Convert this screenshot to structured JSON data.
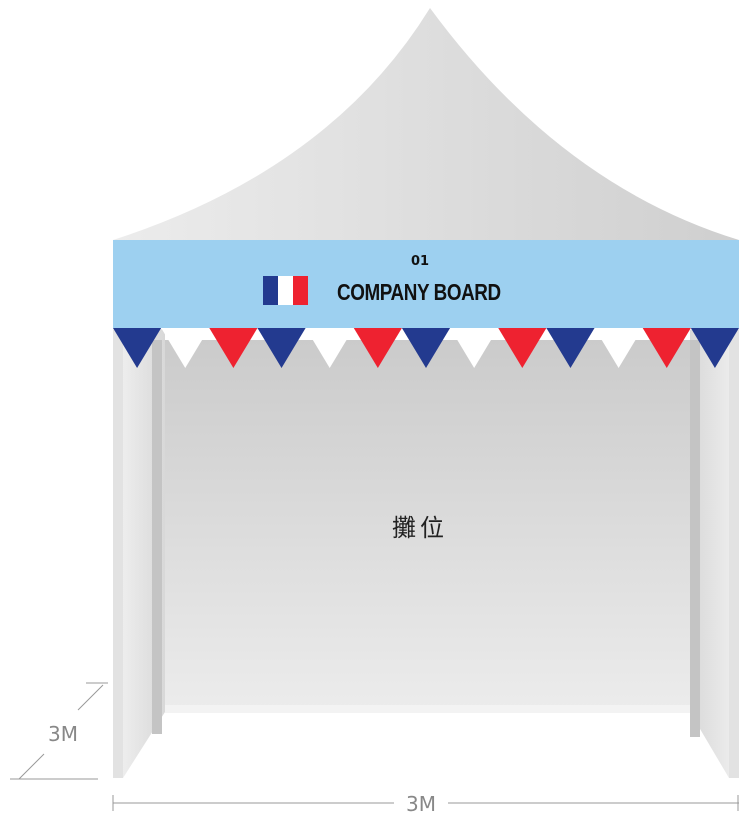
{
  "board": {
    "number": "01",
    "title": "COMPANY BOARD"
  },
  "booth": {
    "label": "攤位"
  },
  "dimensions": {
    "depth": "3M",
    "width": "3M"
  },
  "colors": {
    "board_blue": "#9dd0f0",
    "flag_blue": "#233a8f",
    "flag_white": "#ffffff",
    "flag_red": "#ee2230",
    "tent_gray": "#d9d9d9"
  },
  "bunting_pattern": [
    "blue",
    "white",
    "red",
    "blue",
    "white",
    "red",
    "blue",
    "white",
    "red",
    "blue",
    "white",
    "red",
    "blue"
  ]
}
